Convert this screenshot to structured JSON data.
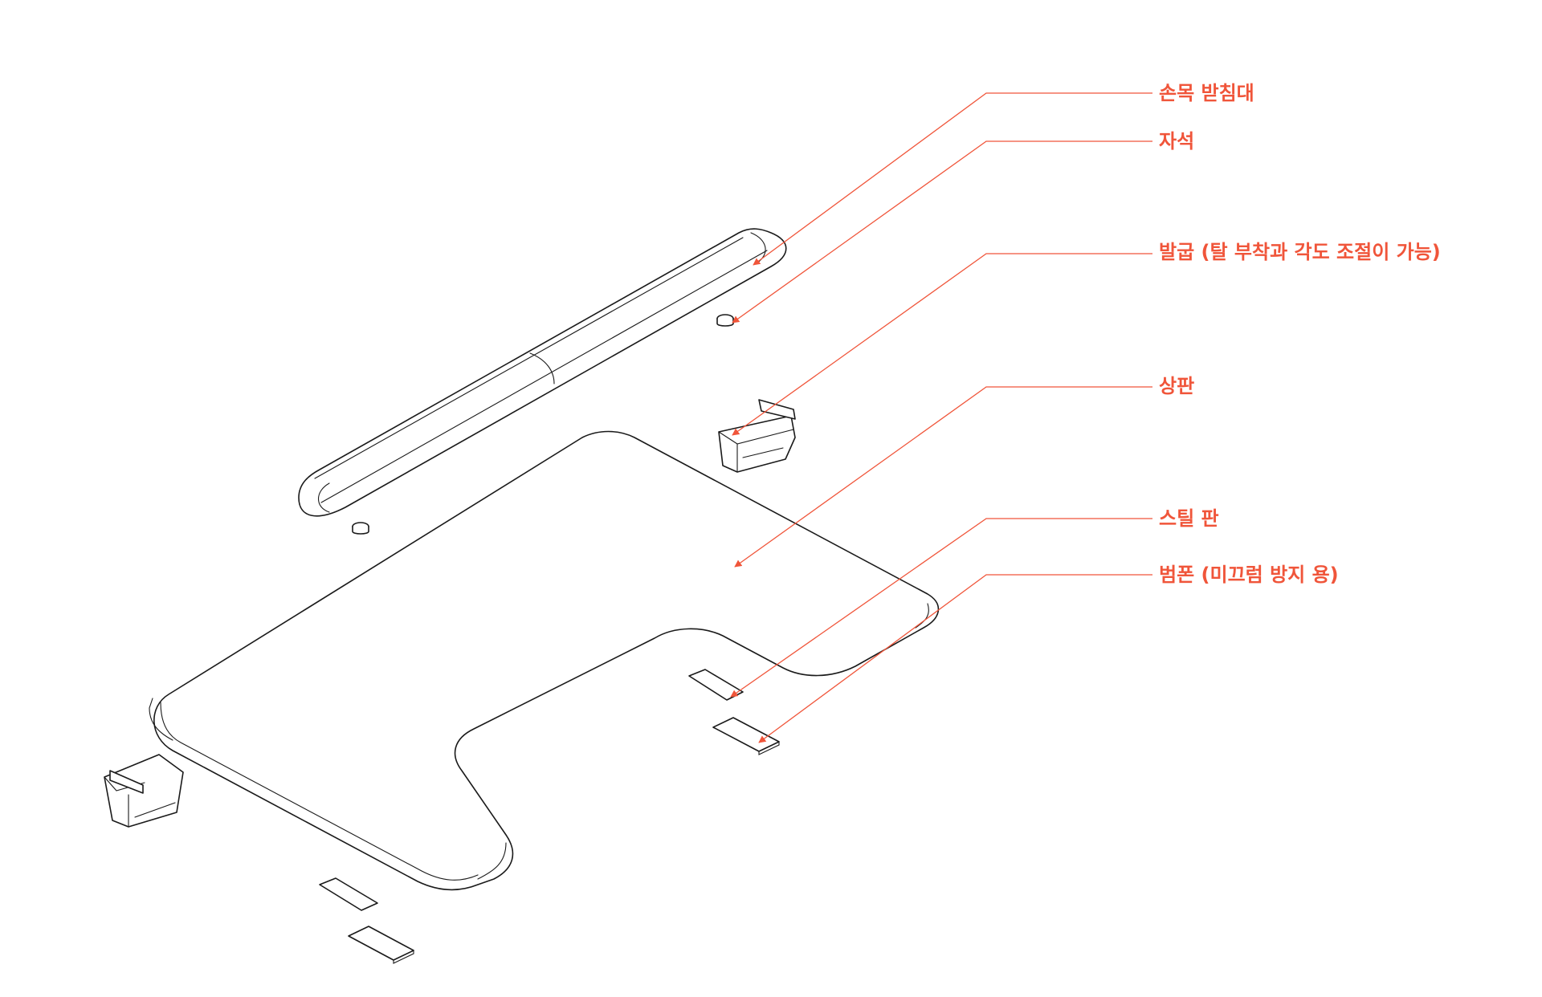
{
  "colors": {
    "accent": "#f0553a",
    "line": "#1a1a1a",
    "background": "#ffffff"
  },
  "labels": {
    "wrist_rest": "손목 받침대",
    "magnet": "자석",
    "foot": "발굽 (탈 부착과 각도 조절이 가능)",
    "top_plate": "상판",
    "steel_plate": "스틸 판",
    "bumpon": "범폰 (미끄럼 방지 용)"
  }
}
